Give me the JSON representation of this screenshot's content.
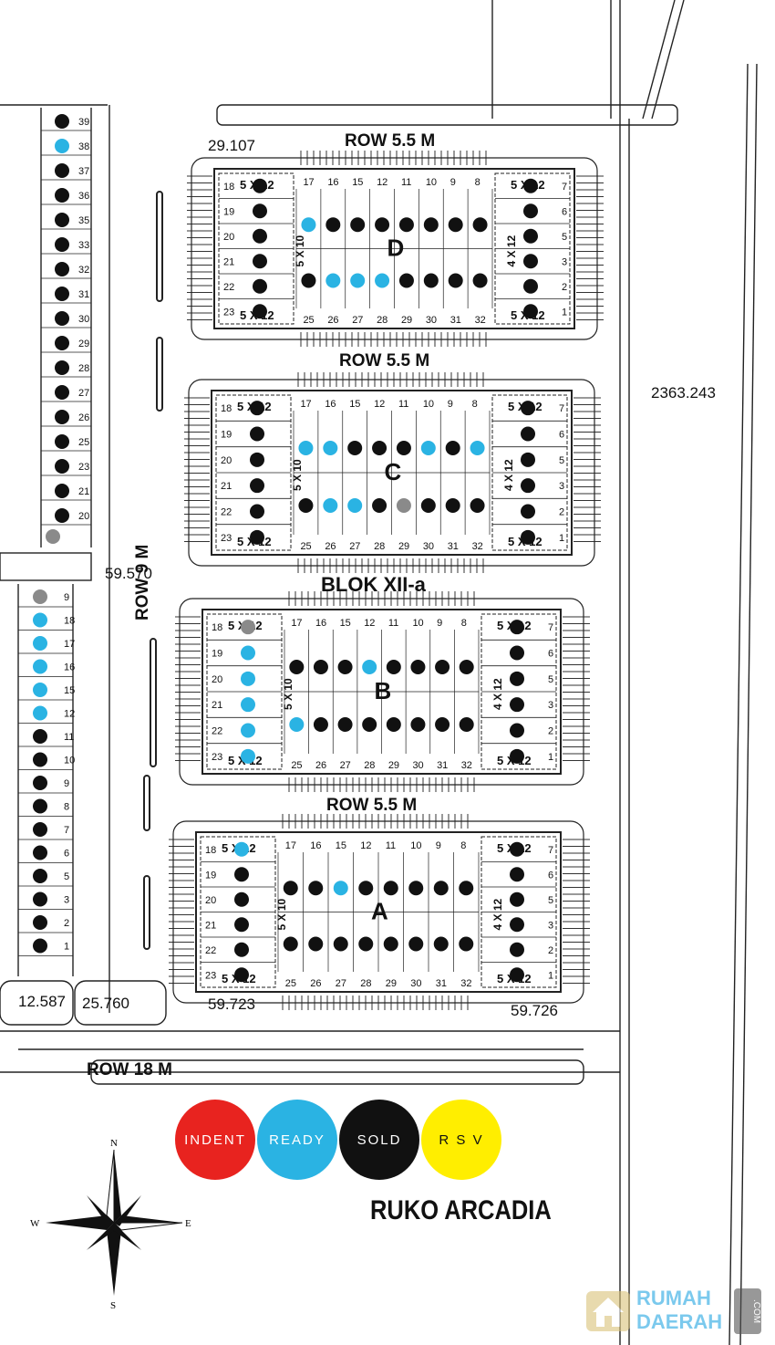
{
  "roads": {
    "row_top": "ROW 5.5 M",
    "row_dc": "ROW 5.5 M",
    "row_ba": "ROW 5.5 M",
    "row_vertical": "ROW 9 M",
    "row_bottom": "ROW 18 M",
    "blok": "BLOK XII-a"
  },
  "dimensions": {
    "d1": "29.107",
    "d2": "2363.243",
    "d3": "59.570",
    "d4": "12.587",
    "d5": "25.760",
    "d6": "59.723",
    "d7": "59.726"
  },
  "blocks": [
    "D",
    "C",
    "B",
    "A"
  ],
  "lot_size_labels": {
    "a": "5 X 12",
    "b": "5 X 10",
    "c": "4 X 12"
  },
  "legend": {
    "indent": {
      "label": "INDENT",
      "color": "#e8231f"
    },
    "ready": {
      "label": "READY",
      "color": "#2ab3e3"
    },
    "sold": {
      "label": "SOLD",
      "color": "#111111"
    },
    "rsv": {
      "label": "R S V",
      "color": "#ffee00"
    }
  },
  "title": "RUKO ARCADIA",
  "compass": {
    "n": "N",
    "s": "S",
    "e": "E",
    "w": "W"
  },
  "watermark": {
    "line1": "RUMAH",
    "line2": "DAERAH",
    "domain": ".COM"
  },
  "left_column_numbers": [
    "39",
    "38",
    "37",
    "36",
    "35",
    "33",
    "32",
    "31",
    "30",
    "29",
    "28",
    "27",
    "26",
    "25",
    "23",
    "21",
    "20"
  ],
  "left_lower_numbers": [
    "9",
    "18",
    "17",
    "16",
    "15",
    "12",
    "11",
    "10",
    "9",
    "8",
    "7",
    "6",
    "5",
    "3",
    "2",
    "1"
  ],
  "block_top_numbers": [
    "17",
    "16",
    "15",
    "12",
    "11",
    "10",
    "9",
    "8"
  ],
  "block_bottom_numbers": [
    "25",
    "26",
    "27",
    "28",
    "29",
    "30",
    "31",
    "32"
  ],
  "block_left_numbers": [
    "18",
    "19",
    "20",
    "21",
    "22",
    "23"
  ],
  "block_right_numbers": [
    "7",
    "6",
    "5",
    "3",
    "2",
    "1"
  ]
}
